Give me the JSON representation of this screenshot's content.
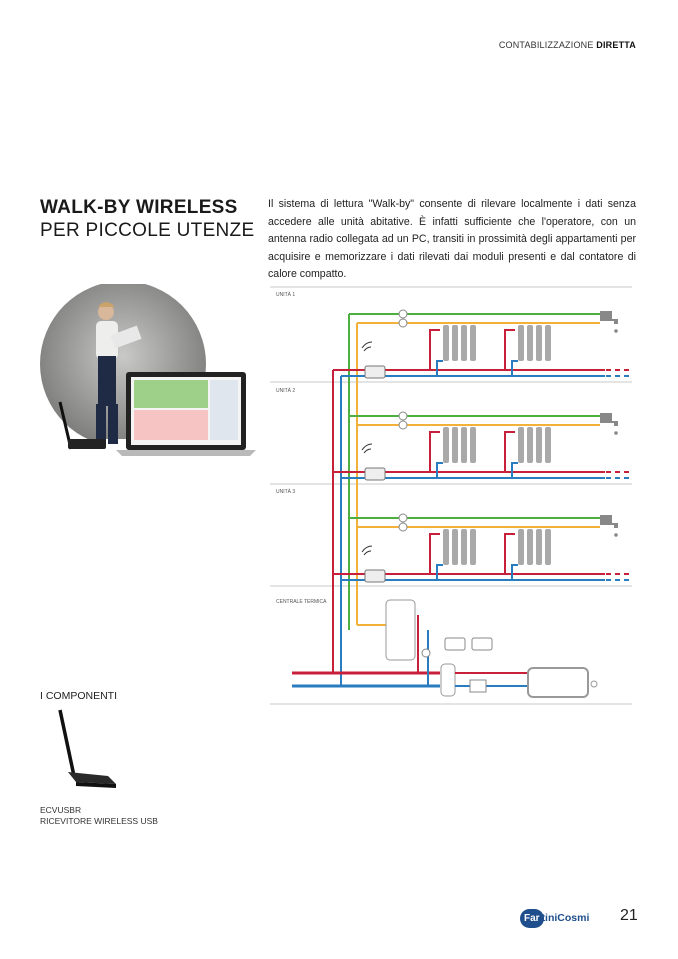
{
  "header": {
    "section": "CONTABILIZZAZIONE",
    "section_bold": "DIRETTA"
  },
  "title": {
    "line1": "WALK-BY WIRELESS",
    "line2": "PER PICCOLE UTENZE"
  },
  "body_text": "Il sistema di lettura \"Walk-by\" consente di rilevare localmente i dati senza accedere alle unità abitative. È infatti sufficiente che l'operatore, con un antenna radio collegata ad un PC, transiti in prossimità degli appartamenti per acquisire e memorizzare i dati rilevati dai moduli presenti e dal contatore di calore compatto.",
  "diagram": {
    "labels": [
      "UNITÀ 1",
      "UNITÀ 2",
      "UNITÀ 3",
      "CENTRALE TERMICA"
    ],
    "colors": {
      "green": "#4caf3f",
      "yellow": "#f2b23a",
      "red": "#c8203a",
      "blue": "#2a7cc0",
      "gray": "#a9a9a9"
    }
  },
  "components": {
    "title": "I COMPONENTI",
    "code": "ECVUSBR",
    "name": "RICEVITORE WIRELESS USB"
  },
  "footer": {
    "logo_text_a": "Far",
    "logo_text_b": "tiniCosmi",
    "page_number": "21"
  }
}
